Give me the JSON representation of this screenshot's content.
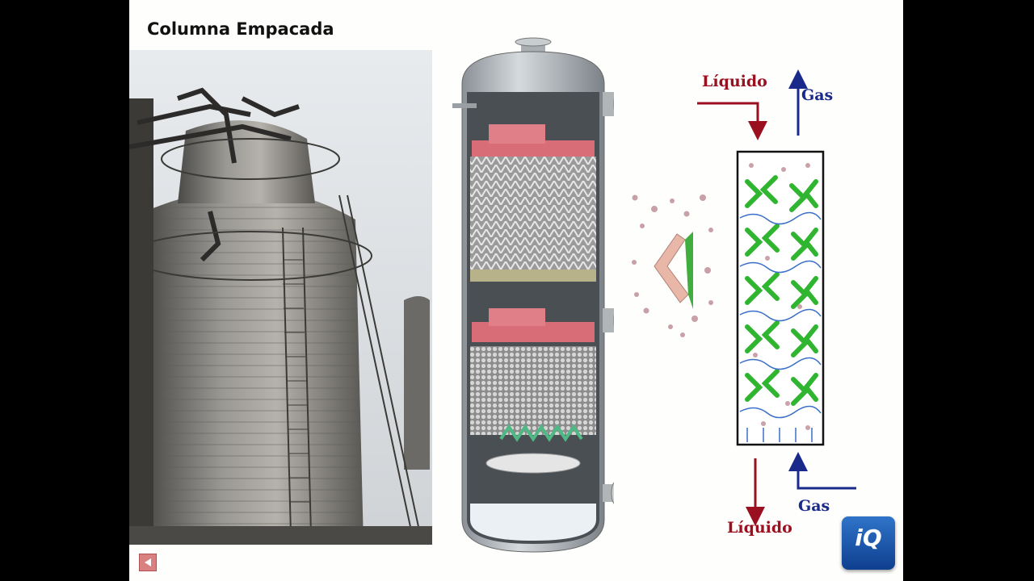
{
  "slide": {
    "title": "Columna Empacada"
  },
  "diagram": {
    "liquid_in_label": "Líquido",
    "gas_out_label": "Gas",
    "gas_in_label": "Gas",
    "liquid_out_label": "Líquido",
    "liquid_color": "#9a1020",
    "gas_color": "#1a2a8a",
    "packing_color": "#2fb52f"
  },
  "logo": {
    "text": "iQ"
  },
  "icons": [
    "back-arrow-icon"
  ]
}
